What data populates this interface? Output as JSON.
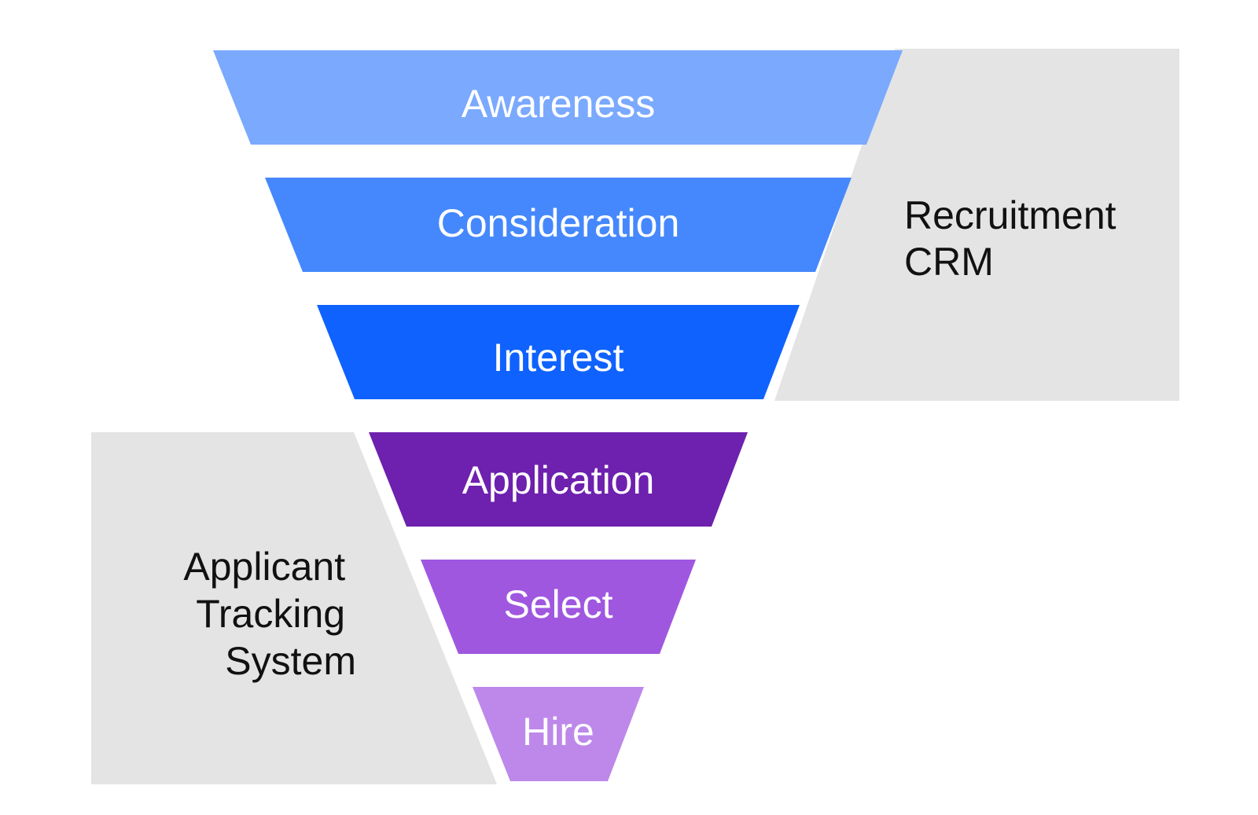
{
  "funnel": {
    "stages": [
      {
        "label": "Awareness",
        "color": "#7aa9fd"
      },
      {
        "label": "Consideration",
        "color": "#4588fd"
      },
      {
        "label": "Interest",
        "color": "#0f62fe"
      },
      {
        "label": "Application",
        "color": "#6e20ae"
      },
      {
        "label": "Select",
        "color": "#a057e0"
      },
      {
        "label": "Hire",
        "color": "#bd88ea"
      }
    ]
  },
  "systems": {
    "crm": {
      "label_lines": [
        "Recruitment",
        "CRM"
      ],
      "color": "#e4e4e4"
    },
    "ats": {
      "label_lines": [
        "Applicant",
        "Tracking",
        "System"
      ],
      "color": "#e4e4e4"
    }
  }
}
